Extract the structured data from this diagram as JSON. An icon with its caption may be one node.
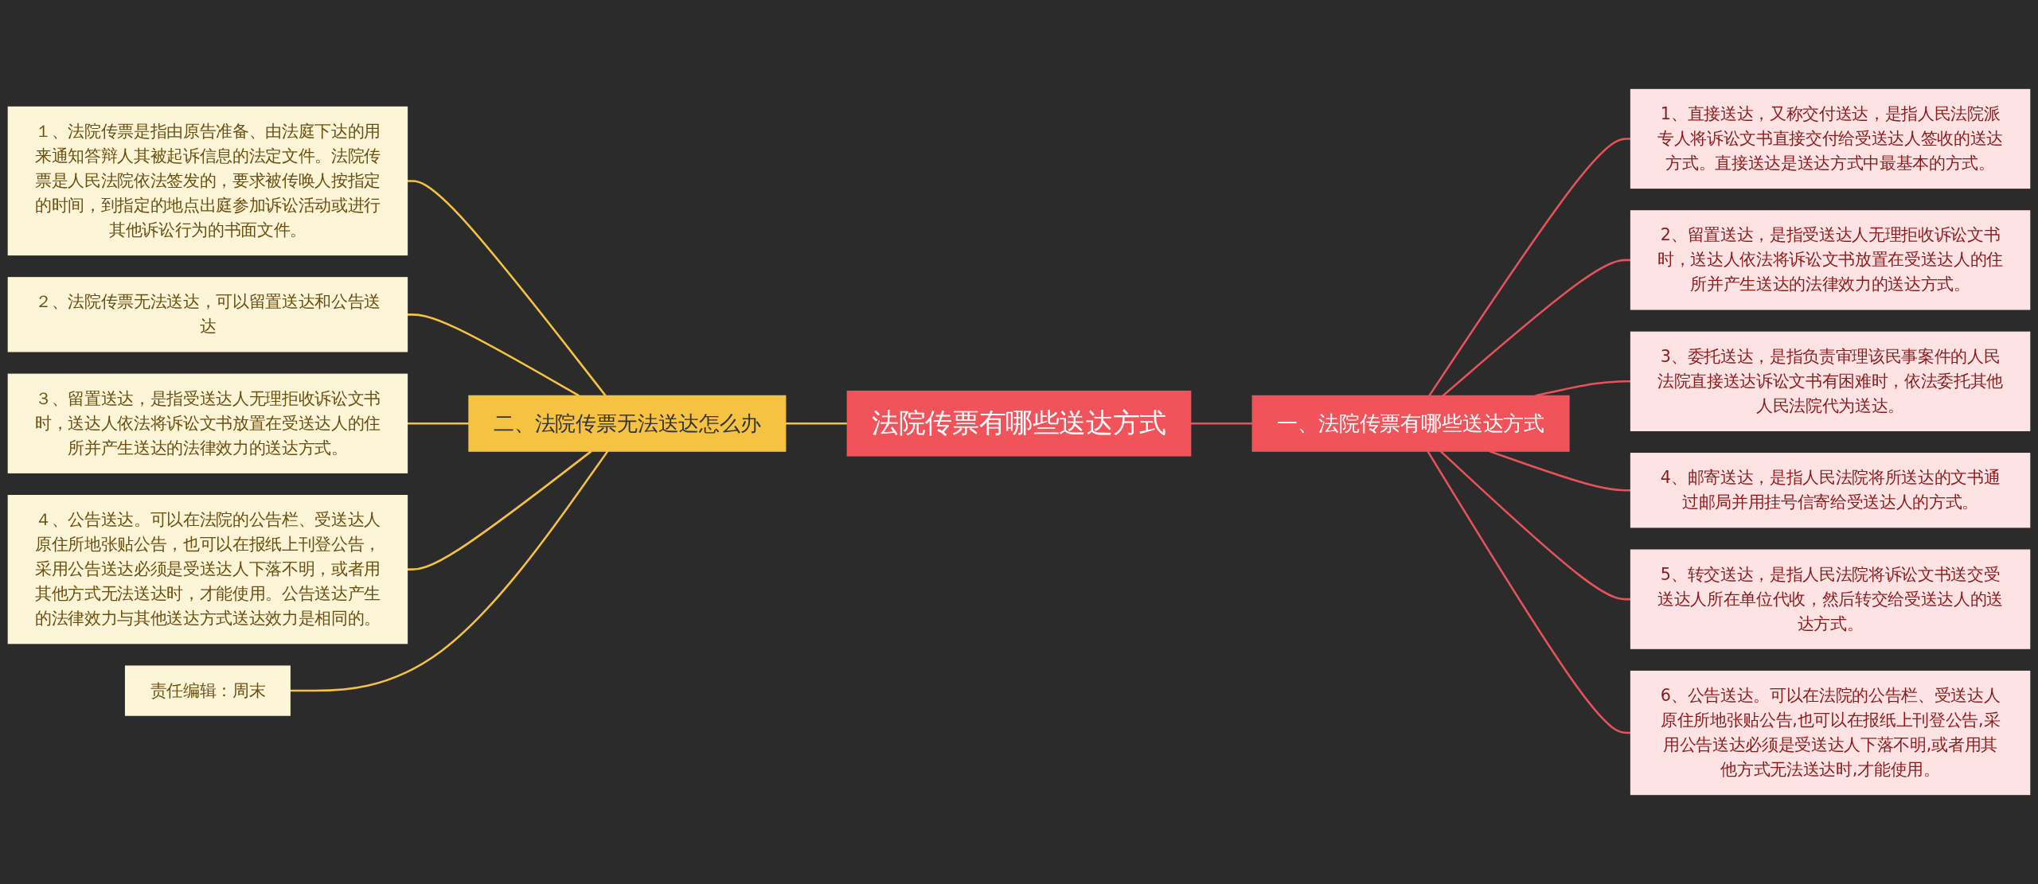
{
  "diagram": {
    "nodes": [
      {
        "text": [
          "法院传票有哪些送达方式"
        ]
      },
      {
        "text": [
          "一、法院传票有哪些送达方式"
        ]
      },
      {
        "text": [
          "1、直接送达，又称交付送达，是指人民法院派专人将诉讼文书直接交付给受送达人签收的送达方式。直接送达是送达方式中最基本的方式。"
        ]
      },
      {
        "text": [
          "2、留置送达，是指受送达人无理拒收诉讼文书时，送达人依法将诉讼文书放置在受送达人的住所并产生送达的法律效力的送达方式。"
        ]
      },
      {
        "text": [
          "3、委托送达，是指负责审理该民事案件的人民法院直接送达诉讼文书有困难时，依法委托其他人民法院代为送达。"
        ]
      },
      {
        "text": [
          "4、邮寄送达，是指人民法院将所送达的文书通过邮局并用挂号信寄给受送达人的方式。"
        ]
      },
      {
        "text": [
          "5、转交送达，是指人民法院将诉讼文书送交受送达人所在单位代收，然后转交给受送达人的送达方式。"
        ]
      },
      {
        "text": [
          "6、公告送达。可以在法院的公告栏、受送达人原住所地张贴公告,也可以在报纸上刊登公告,采用公告送达必须是受送达人下落不明,或者用其他方式无法送达时,才能使用。"
        ]
      },
      {
        "text": [
          "二、法院传票无法送达怎么办"
        ]
      },
      {
        "text": [
          "１、法院传票是指由原告准备、由法庭下达的用来通知答辩人其被起诉信息的法定文件。法院传票是人民法院依法签发的，要求被传唤人按指定的时间，到指定的地点出庭参加诉讼活动或进行其他诉讼行为的书面文件。"
        ]
      },
      {
        "text": [
          "２、法院传票无法送达，可以留置送达和公告送达"
        ]
      },
      {
        "text": [
          "３、留置送达，是指受送达人无理拒收诉讼文书时，送达人依法将诉讼文书放置在受送达人的住所并产生送达的法律效力的送达方式。"
        ]
      },
      {
        "text": [
          "４、公告送达。可以在法院的公告栏、受送达人原住所地张贴公告，也可以在报纸上刊登公告，采用公告送达必须是受送达人下落不明，或者用其他方式无法送达时，才能使用。公告送达产生的法律效力与其他送达方式送达效力是相同的。"
        ]
      },
      {
        "text": [
          "责任编辑：周末"
        ]
      }
    ],
    "edges": [
      {
        "from": 0,
        "to": 1,
        "arrow": "none"
      },
      {
        "from": 1,
        "to": 2,
        "arrow": "none"
      },
      {
        "from": 1,
        "to": 3,
        "arrow": "none"
      },
      {
        "from": 1,
        "to": 4,
        "arrow": "none"
      },
      {
        "from": 1,
        "to": 5,
        "arrow": "none"
      },
      {
        "from": 1,
        "to": 6,
        "arrow": "none"
      },
      {
        "from": 1,
        "to": 7,
        "arrow": "none"
      },
      {
        "from": 8,
        "to": 0,
        "arrow": "none",
        "color": "#f5c242"
      },
      {
        "from": 9,
        "to": 8,
        "arrow": "none",
        "color": "#f5c242"
      },
      {
        "from": 10,
        "to": 8,
        "arrow": "none",
        "color": "#f5c242"
      },
      {
        "from": 11,
        "to": 8,
        "arrow": "none",
        "color": "#f5c242"
      },
      {
        "from": 12,
        "to": 8,
        "arrow": "none",
        "color": "#f5c242"
      },
      {
        "from": 13,
        "to": 8,
        "arrow": "none",
        "color": "#f5c242"
      }
    ]
  }
}
